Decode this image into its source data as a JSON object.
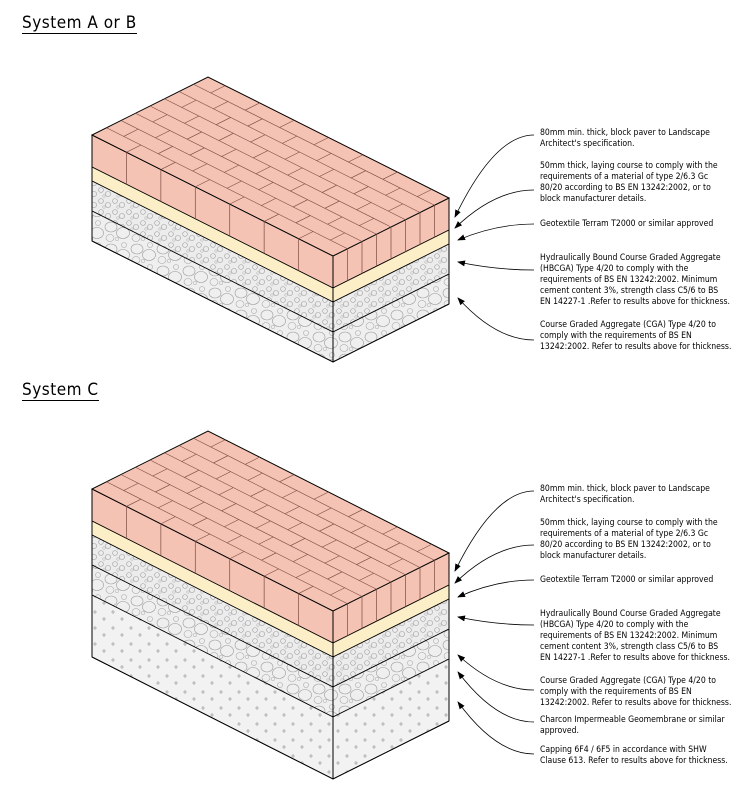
{
  "systems": [
    {
      "title": "System A or B",
      "notes": [
        "80mm min. thick, block paver to Landscape\nArchitect's specification.",
        "50mm thick, laying course to comply with the\nrequirements of a material of type 2/6.3 Gc\n80/20 according to BS EN 13242:2002, or to\nblock manufacturer details.",
        "Geotextile Terram T2000 or similar approved",
        "Hydraulically Bound Course Graded Aggregate\n(HBCGA) Type 4/20   to comply with the\nrequirements of BS EN 13242:2002. Minimum\ncement content 3%, strength class C5/6   to BS\nEN 14227-1 .Refer to results above for thickness.",
        "Course Graded Aggregate (CGA) Type 4/20   to\ncomply with the requirements of BS EN\n13242:2002. Refer to results above for thickness."
      ]
    },
    {
      "title": "System C",
      "notes": [
        "80mm min. thick, block paver to Landscape\nArchitect's specification.",
        "50mm thick, laying course to comply with the\nrequirements of a material of type 2/6.3 Gc\n80/20 according to BS EN 13242:2002, or to\nblock manufacturer details.",
        "Geotextile Terram T2000 or similar approved",
        "Hydraulically Bound Course Graded Aggregate\n(HBCGA) Type 4/20   to comply with the\nrequirements of BS EN 13242:2002. Minimum\ncement content 3%, strength class C5/6   to BS\nEN 14227-1 .Refer to results above for thickness.",
        "Course Graded Aggregate (CGA) Type 4/20   to\ncomply with the requirements of BS EN\n13242:2002. Refer to results above for thickness.",
        "Charcon Impermeable Geomembrane or similar\napproved.",
        "Capping 6F4 / 6F5 in accordance with SHW\nClause 613. Refer to results above for thickness."
      ]
    }
  ],
  "colors": {
    "paver": "#f5c3b3",
    "paver_line": "#7a4a40",
    "laying_course": "#fcefc8",
    "aggregate": "#ececec",
    "outline": "#000000"
  }
}
